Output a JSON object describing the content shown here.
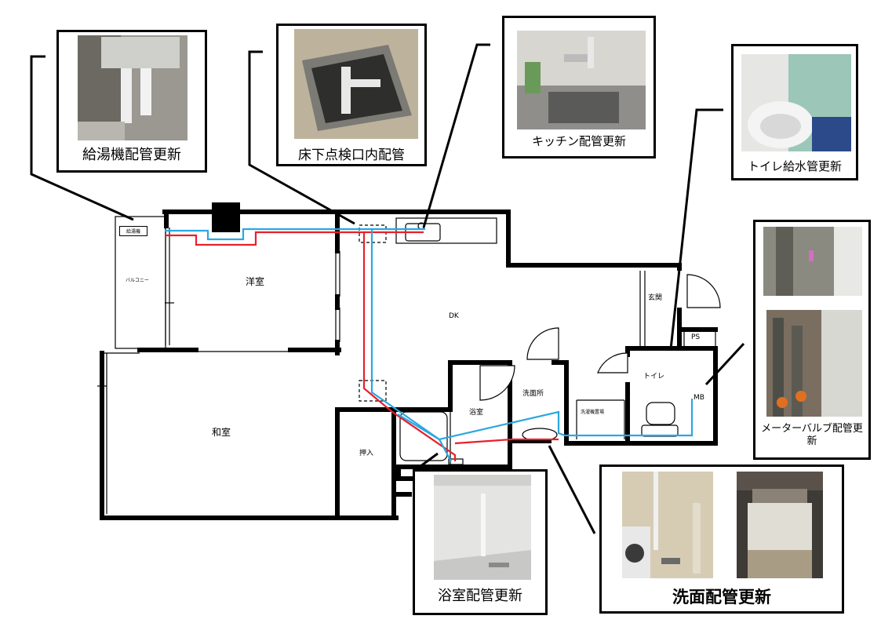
{
  "colors": {
    "hot_pipe": "#e8202a",
    "cold_pipe": "#2aa8e0",
    "wall": "#000000"
  },
  "rooms": {
    "water_heater": "給湯機",
    "balcony": "バルコニー",
    "western_room": "洋室",
    "japanese_room": "和室",
    "dk": "DK",
    "closet": "押入",
    "bathroom": "浴室",
    "washroom": "洗面所",
    "washer_space": "洗濯機置場",
    "toilet": "トイレ",
    "entrance": "玄関",
    "ps": "PS",
    "mb": "MB"
  },
  "callouts": {
    "water_heater_piping": "給湯機配管更新",
    "underfloor_hatch": "床下点検口内配管",
    "kitchen_piping": "キッチン配管更新",
    "toilet_supply": "トイレ給水管更新",
    "meter_valve": "メーターバルブ配管更新",
    "bath_piping": "浴室配管更新",
    "wash_piping": "洗面配管更新"
  }
}
